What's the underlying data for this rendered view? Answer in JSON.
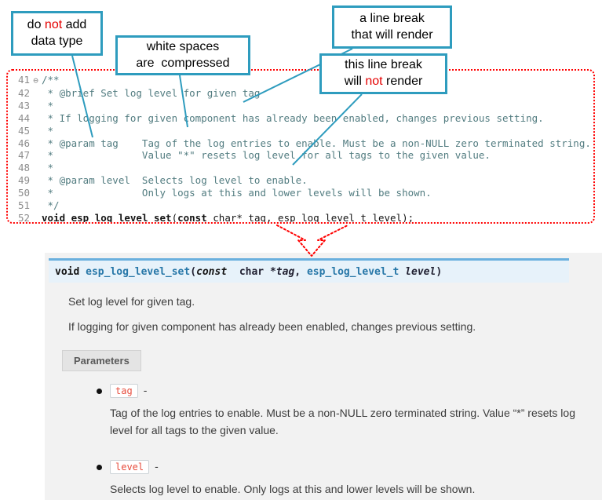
{
  "colors": {
    "callout_border": "#2e9cbe",
    "annotation_red": "#e50000",
    "code_border": "#ff0000",
    "comment_text": "#527c80",
    "signature_bar_bg": "#e7f2fa",
    "signature_bar_border": "#6ab0de",
    "link_teal": "#2777a8",
    "param_name_red": "#e74c3c",
    "doc_panel_bg": "#f2f2f2"
  },
  "callouts": {
    "datatype": {
      "line1_pre": "do ",
      "line1_em": "not",
      "line1_post": " add",
      "line2": "data type"
    },
    "whitespace": {
      "line1": "white spaces",
      "line2": "are  compressed"
    },
    "linebreak_render": {
      "line1": "a line break",
      "line2": "that will render"
    },
    "linebreak_norender": {
      "line1": "this line break",
      "line2_pre": "will ",
      "line2_em": "not",
      "line2_post": " render"
    }
  },
  "editor": {
    "lines": [
      {
        "num": "41",
        "fold": "⊖",
        "text": "/**"
      },
      {
        "num": "42",
        "text": " * @brief Set log level for given tag"
      },
      {
        "num": "43",
        "text": " *"
      },
      {
        "num": "44",
        "text": " * If logging for given component has already been enabled, changes previous setting."
      },
      {
        "num": "45",
        "text": " *"
      },
      {
        "num": "46",
        "text": " * @param tag    Tag of the log entries to enable. Must be a non-NULL zero terminated string."
      },
      {
        "num": "47",
        "text": " *               Value \"*\" resets log level for all tags to the given value."
      },
      {
        "num": "48",
        "text": " *"
      },
      {
        "num": "49",
        "text": " * @param level  Selects log level to enable."
      },
      {
        "num": "50",
        "text": " *               Only logs at this and lower levels will be shown."
      },
      {
        "num": "51",
        "text": " */"
      }
    ],
    "decl": {
      "num": "52",
      "kw1": "void",
      "name": " esp_log_level_set",
      "open": "(",
      "kw2": "const",
      "rest": " char* tag, esp_log_level_t level);"
    }
  },
  "doc": {
    "signature": {
      "kw_void": "void ",
      "name": "esp_log_level_set",
      "open": "(",
      "kw_const": "const",
      "mid": "  char *",
      "arg1": "tag",
      "comma": ", ",
      "type2": "esp_log_level_t",
      "space": " ",
      "arg2": "level",
      "close": ")"
    },
    "brief": "Set log level for given tag.",
    "details": "If logging for given component has already been enabled, changes previous setting.",
    "parameters_label": "Parameters",
    "params": [
      {
        "name": "tag",
        "dash": "-",
        "desc": "Tag of the log entries to enable. Must be a non-NULL zero terminated string. Value “*” resets log level for all tags to the given value."
      },
      {
        "name": "level",
        "dash": "-",
        "desc": "Selects log level to enable. Only logs at this and lower levels will be shown."
      }
    ]
  }
}
